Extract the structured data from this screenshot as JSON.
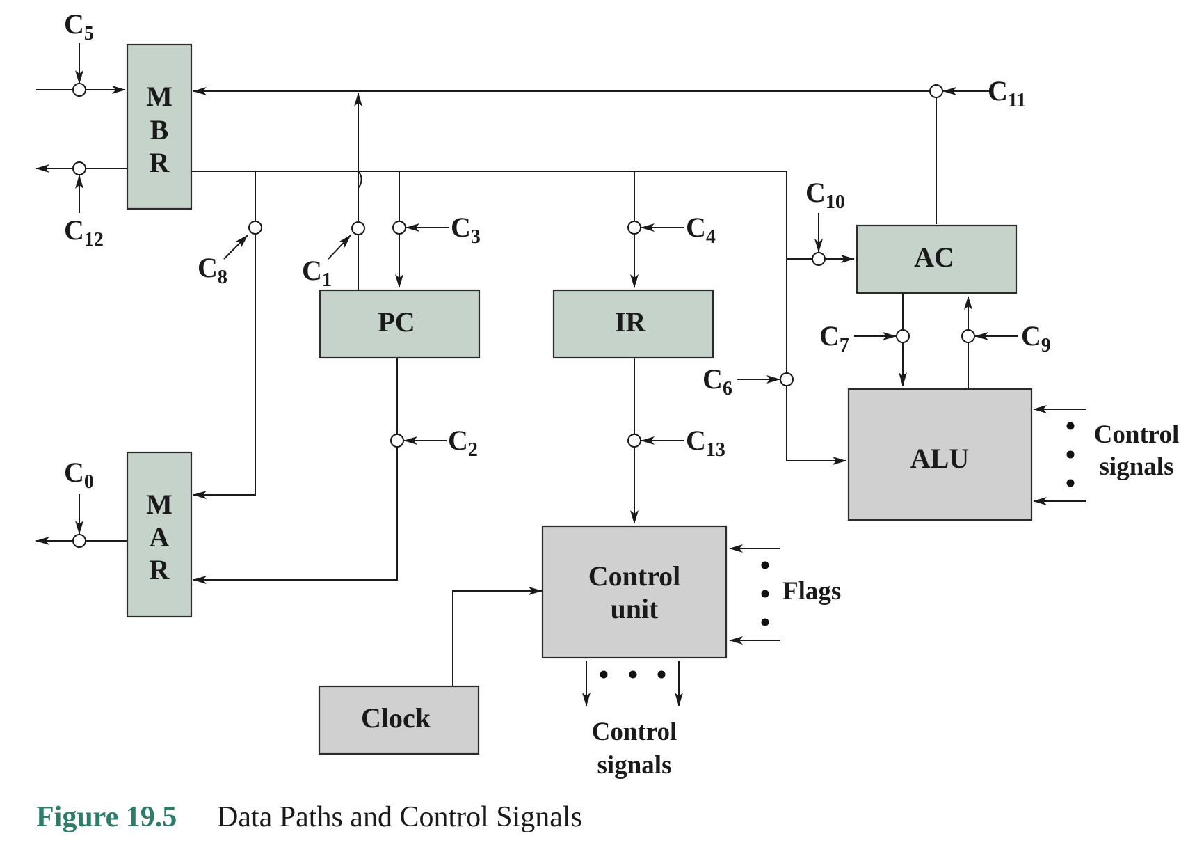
{
  "boxes": {
    "mbr": [
      "M",
      "B",
      "R"
    ],
    "mar": [
      "M",
      "A",
      "R"
    ],
    "pc": "PC",
    "ir": "IR",
    "ac": "AC",
    "alu": "ALU",
    "control_unit": [
      "Control",
      "unit"
    ],
    "clock": "Clock"
  },
  "signals": {
    "c0": {
      "base": "C",
      "sub": "0"
    },
    "c1": {
      "base": "C",
      "sub": "1"
    },
    "c2": {
      "base": "C",
      "sub": "2"
    },
    "c3": {
      "base": "C",
      "sub": "3"
    },
    "c4": {
      "base": "C",
      "sub": "4"
    },
    "c5": {
      "base": "C",
      "sub": "5"
    },
    "c6": {
      "base": "C",
      "sub": "6"
    },
    "c7": {
      "base": "C",
      "sub": "7"
    },
    "c8": {
      "base": "C",
      "sub": "8"
    },
    "c9": {
      "base": "C",
      "sub": "9"
    },
    "c10": {
      "base": "C",
      "sub": "10"
    },
    "c11": {
      "base": "C",
      "sub": "11"
    },
    "c12": {
      "base": "C",
      "sub": "12"
    },
    "c13": {
      "base": "C",
      "sub": "13"
    }
  },
  "labels": {
    "alu_control": [
      "Control",
      "signals"
    ],
    "flags": "Flags",
    "cu_control": [
      "Control",
      "signals"
    ]
  },
  "caption": {
    "number": "Figure 19.5",
    "text": "Data Paths and Control Signals"
  },
  "colors": {
    "register_fill": "#c5d3cb",
    "unit_fill": "#d0d0d0",
    "caption_accent": "#2e7d6b"
  }
}
